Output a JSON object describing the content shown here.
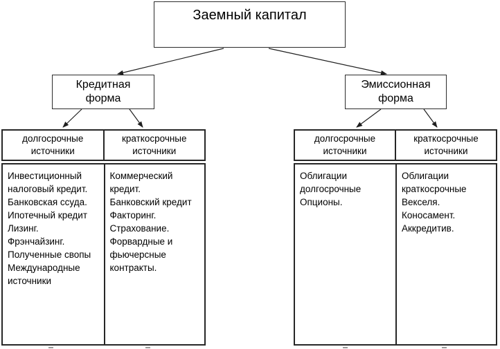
{
  "diagram": {
    "title": "Заемный капитал",
    "branches": [
      {
        "id": "credit-form",
        "label": "Кредитная\nформа"
      },
      {
        "id": "emission-form",
        "label": "Эмиссионная\nформа"
      }
    ],
    "tables": [
      {
        "branch": "credit-form",
        "headers": [
          "долгосрочные\nисточники",
          "краткосрочные\nисточники"
        ],
        "cells": [
          "Инвестиционный\nналоговый кредит.\nБанковская ссуда.\nИпотечный кредит\nЛизинг.\nФрэнчайзинг.\nПолученные свопы\nМеждународные\nисточники",
          "Коммерческий\nкредит.\nБанковский кредит\nФакторинг.\nСтрахование.\nФорвардные и\nфьючерсные\nконтракты."
        ]
      },
      {
        "branch": "emission-form",
        "headers": [
          "долгосрочные\nисточники",
          "краткосрочные\nисточники"
        ],
        "cells": [
          "Облигации\nдолгосрочные\nОпционы.",
          "Облигации\nкраткосрочные\nВекселя.\nКоносамент.\nАккредитив."
        ]
      }
    ],
    "colors": {
      "background": "#ffffff",
      "line": "#1f1f1f",
      "text": "#000000"
    }
  }
}
